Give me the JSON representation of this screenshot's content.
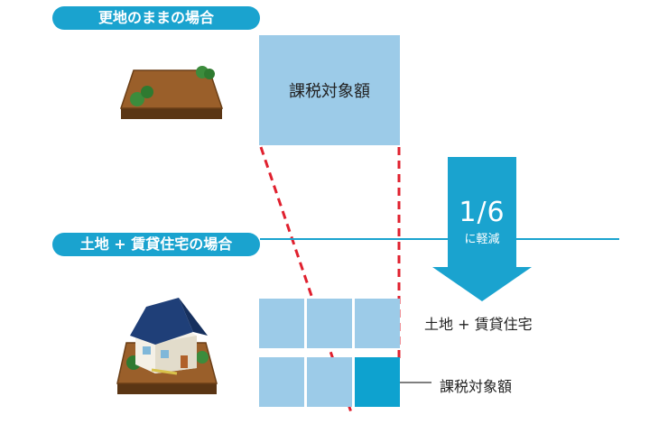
{
  "top_section": {
    "title": "更地のままの場合",
    "box_label": "課税対象額"
  },
  "bottom_section": {
    "title": "土地 + 賃貸住宅の場合",
    "right_label": "土地 + 賃貸住宅",
    "tax_label": "課税対象額"
  },
  "reduction": {
    "ratio": "1/6",
    "caption": "に軽減"
  },
  "grid": {
    "rows": 2,
    "cols": 3,
    "highlighted_cell": "bottom-right"
  },
  "colors": {
    "accent": "#1aa3cf",
    "box": "#9ccbe8",
    "highlight": "#0ea2cf",
    "dash": "#e0202e",
    "soil": "#7a4a1e"
  },
  "icons": [
    "vacant-land-icon",
    "land-with-house-icon"
  ]
}
